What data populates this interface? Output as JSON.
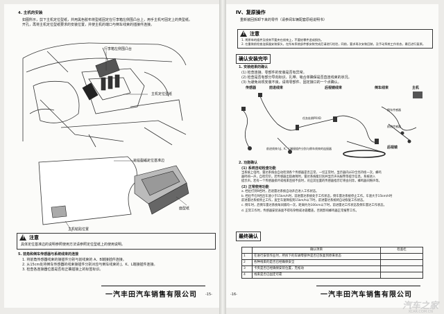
{
  "left": {
    "section_head": "4. 主机的安装",
    "para": [
      "如图所示，剪下主机定位型纸，并用黑色胶布将型纸固定在行李箱左侧围凸台上，用手主机可固定上的类型纸。",
      "开孔，再将主机定位型纸要求的安装位置，并使主机的端口与倒车线束的插接件连接。"
    ],
    "fig1_labels": {
      "trunk": "行李箱左侧围凸台",
      "template": "主机定位型纸"
    },
    "fig2_labels": {
      "template_ref": "定位型纸定位基准边",
      "template_paper": "面型纸",
      "host_tape": "主机粘贴位置"
    },
    "note": {
      "icon": "!",
      "title": "注意",
      "lines": [
        "具体定位基准边的说明参照使用方法请参照定位型纸上的使用说明。"
      ]
    },
    "sect5": {
      "title": "5. 前角和倒车传感器与系统线束的连接",
      "items": [
        "1. 将前角传感器线束的接插件分别与前线束的 A、B端接插件连接。",
        "2. 从15cm处将倒车传感器的线束接插件分别对应与倒车线束的 J、K、L端接插件连接。",
        "3. 检查各连接器位置是否有正确插接上的标签标识。"
      ]
    },
    "footer": "一汽丰田汽车销售有限公司",
    "page_no": "-15-"
  },
  "right": {
    "section_head": "Ⅳ、复原操作",
    "para": "重新装回拆卸下来的零件（请参阅车辆配套原组说明书）",
    "note": {
      "icon": "!",
      "title": "注意",
      "lines": [
        "1. 将原车的插件及线束不要夹在线束上，不要给零件造成损伤。",
        "2. 在重装前检查连接器安装接头，在所有系统部件都安装完成后请进行检验，同前，要求再次安装回装，及手动系统工作状态，最后进行复原。"
      ]
    },
    "confirm_title": "确认安装完毕",
    "confirm_items": [
      "1. 安装结果的确认",
      "(1) 检查连接、零部件的安装是否有异常。",
      "(2) 检查是否有部分导向标识、扎带、吸合单确保是否直连线束的状况。",
      "(3) 为避免出现安装不良，请将零部件、固定接口的一个点确认。"
    ],
    "diagram_labels": {
      "sensor": "传感器",
      "front_harness": "前进线束",
      "rear_mirror_harness": "后视镜线束",
      "reverse_harness": "倒车线束",
      "host": "主机",
      "mirror": "后视镜",
      "note1": "任务处倒PRXD",
      "note2": "倒车传感器",
      "note3": "前进传感器",
      "note4": "前进线束与J、K、L端接插件分别与倒车线束的连接器"
    },
    "func_title": "2. 功能确认",
    "func_items": [
      "(1) 系统自动检查功能",
      "当系统上电时，雷达系统会自动检测各个传感器是否正常，一切正常时，显示器内LED全亮持续一次，蜂鸣",
      "器鸣响一声，自检完毕。若传感器出现故障时，雷达系统能识别并显示声光报警等提示信息，系统进入",
      "提示声。若有一个传感器损坏或线束连接不良时，对应其位置的传感器指示灯将会闪烁，蜂鸣器间隙声等。",
      "(2) 正常使用功能",
      "a. 档位打到R档时，后退雷达系统自动开启进入工作状态。",
      "b. 档位不在R档且车速小于15km/h时，前进雷达系统处于工作状态，倒车雷达系统停止工作。车速大于15km/h时",
      "前进雷达系统停止工作，直至车速降低到15km/h以下时，前进雷达系统将自动恢复工作状态。",
      "c. 倒车时，后倒车雷达系统每间隔均一次，距离约为100cm以下时，前进雷达工作状态及倒车雷达工作状态。",
      "d. 正常工作时，传感器安装表面不得有杂物或冰霜覆盖，否则影响蜂鸣器正常报警工作。"
    ],
    "final_title": "最终确认",
    "table_header": [
      "",
      "确认项目",
      "检查栏"
    ],
    "table_rows": [
      [
        "1",
        "在进行安装作业时，所拆下的车辆零部件是否已恢复到原来状态",
        ""
      ],
      [
        "2",
        "各种线束的是否已经确保安全",
        ""
      ],
      [
        "3",
        "卡夹是否已经确保安装位置，无松动",
        ""
      ],
      [
        "4",
        "线束是否已固定可靠",
        ""
      ]
    ],
    "footer": "一汽丰田汽车销售有限公司",
    "page_no": "-16-",
    "watermark": "汽车之家",
    "watermark_url": "XCAR.COM.CN"
  }
}
